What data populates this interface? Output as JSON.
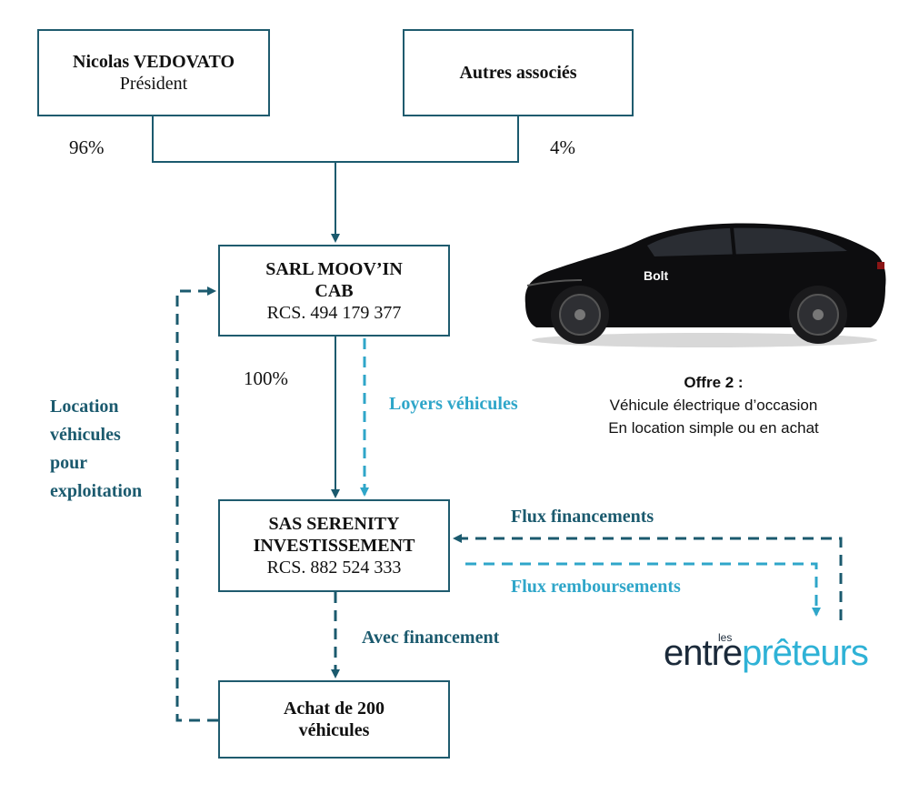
{
  "boxes": {
    "president": {
      "name": "Nicolas VEDOVATO",
      "role": "Président"
    },
    "associates": {
      "name": "Autres associés"
    },
    "moovin": {
      "line1": "SARL MOOV’IN",
      "line2": "CAB",
      "line3": "RCS. 494 179 377"
    },
    "serenity": {
      "line1": "SAS SERENITY",
      "line2": "INVESTISSEMENT",
      "line3": "RCS. 882 524 333"
    },
    "vehicles": {
      "line1": "Achat de 200",
      "line2": "véhicules"
    }
  },
  "percentages": {
    "president": "96%",
    "associates": "4%",
    "moovin_to_serenity": "100%"
  },
  "flows": {
    "rent": "Loyers véhicules",
    "financing_flow": "Flux financements",
    "repayment_flow": "Flux remboursements",
    "with_financing": "Avec financement",
    "vehicle_rental": [
      "Location",
      "véhicules",
      "pour",
      "exploitation"
    ]
  },
  "offer": {
    "title": "Offre 2 :",
    "line1": "Véhicule électrique d’occasion",
    "line2": "En location simple ou en achat"
  },
  "car": {
    "brand_badge": "Bolt"
  },
  "logo": {
    "small": "les",
    "part1": "entre",
    "part2": "prêteurs"
  },
  "colors": {
    "dark": "#1b5a6e",
    "light": "#2fa6c9",
    "car": "#0d0d0f"
  }
}
